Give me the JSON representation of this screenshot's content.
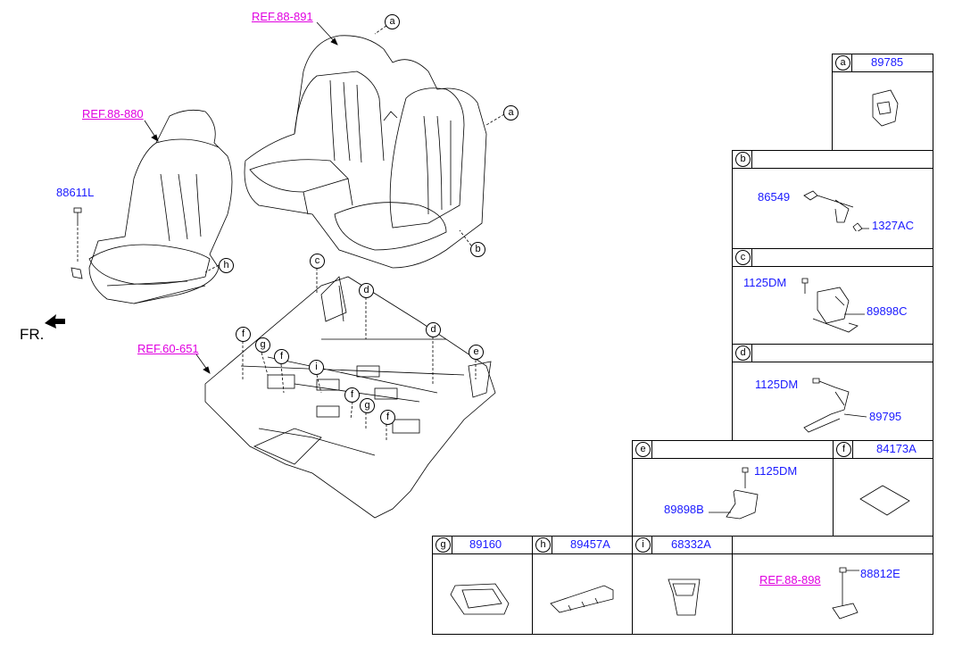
{
  "refs": {
    "rear_seat": "REF.88-891",
    "front_seat": "REF.88-880",
    "floor": "REF.60-651",
    "bracket": "REF.88-898"
  },
  "fr_label": "FR.",
  "main_labels": {
    "p88611L": "88611L"
  },
  "callouts": {
    "a1": "a",
    "a2": "a",
    "b": "b",
    "c": "c",
    "d1": "d",
    "d2": "d",
    "e": "e",
    "f1": "f",
    "f2": "f",
    "f3": "f",
    "f4": "f",
    "g1": "g",
    "g2": "g",
    "h": "h",
    "i": "i"
  },
  "panels": {
    "a": {
      "letter": "a",
      "code": "89785"
    },
    "b": {
      "letter": "b",
      "parts": [
        "86549",
        "1327AC"
      ]
    },
    "c": {
      "letter": "c",
      "parts": [
        "1125DM",
        "89898C"
      ]
    },
    "d": {
      "letter": "d",
      "parts": [
        "1125DM",
        "89795"
      ]
    },
    "e": {
      "letter": "e",
      "parts": [
        "1125DM",
        "89898B"
      ]
    },
    "f": {
      "letter": "f",
      "code": "84173A"
    },
    "g": {
      "letter": "g",
      "code": "89160"
    },
    "h": {
      "letter": "h",
      "code": "89457A"
    },
    "i": {
      "letter": "i",
      "code": "68332A"
    },
    "last": {
      "parts": [
        "88812E"
      ]
    }
  }
}
